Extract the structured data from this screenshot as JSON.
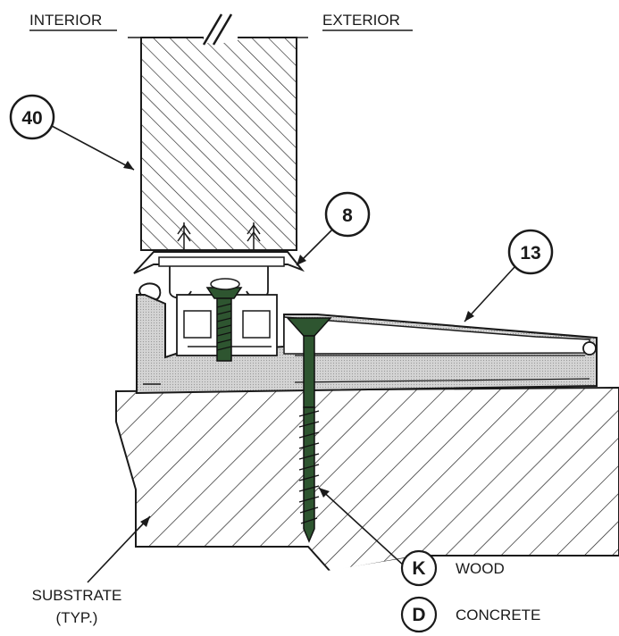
{
  "headings": {
    "left": "INTERIOR",
    "right": "EXTERIOR"
  },
  "callouts": {
    "door": "40",
    "sweep": "8",
    "sill": "13"
  },
  "substrate_label": {
    "line1": "SUBSTRATE",
    "line2": "(TYP.)"
  },
  "fastener_legend": [
    {
      "code": "K",
      "label": "WOOD"
    },
    {
      "code": "D",
      "label": "CONCRETE"
    }
  ]
}
